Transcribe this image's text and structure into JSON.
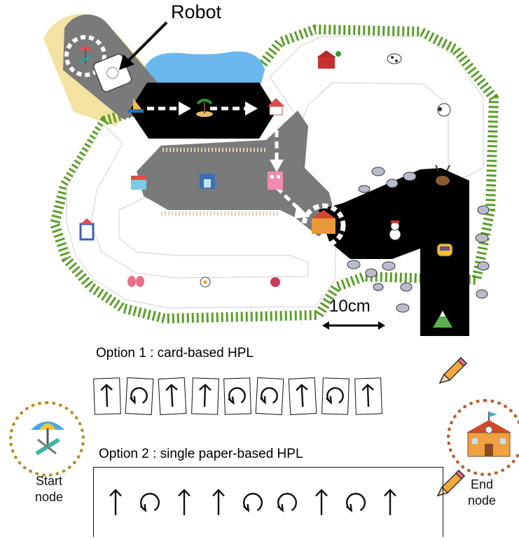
{
  "labels": {
    "robot": "Robot",
    "scale": "10cm",
    "option1": "Option 1 : card-based HPL",
    "option2": "Option 2 : single paper-based HPL",
    "start_node": "Start\nnode",
    "end_node": "End\nnode"
  },
  "option1_cards": [
    "forward",
    "turn",
    "forward",
    "forward",
    "turn",
    "turn",
    "forward",
    "turn",
    "forward"
  ],
  "option2_symbols": [
    "forward",
    "turn",
    "forward",
    "forward",
    "turn",
    "turn",
    "forward",
    "turn",
    "forward"
  ],
  "colors": {
    "road_gray": "#7a7a7a",
    "road_black": "#000000",
    "track_white": "#ffffff",
    "grass": "#5a9e2a",
    "water": "#6bb7ef",
    "start_glow": "#f3e3a2",
    "start_ring": "#b8902a",
    "end_ring": "#b8602a"
  },
  "icons": {
    "robot": "robot-icon",
    "beach": "beach-chair-icon",
    "sailboat": "sailboat-icon",
    "island": "palm-island-icon",
    "house": "house-icon",
    "barn": "barn-icon",
    "cow": "cow-icon",
    "sheep": "sheep-icon",
    "shop": "shop-icon",
    "bank": "bank-icon",
    "library": "library-icon",
    "school": "school-icon",
    "snowman": "snowman-icon",
    "reindeer": "reindeer-icon",
    "tram": "tram-icon",
    "mountain": "mountain-icon",
    "playground": "playground-icon",
    "butterfly": "butterfly-icon",
    "flower": "flower-icon",
    "berry": "berry-icon",
    "pencil": "pencil-icon"
  }
}
